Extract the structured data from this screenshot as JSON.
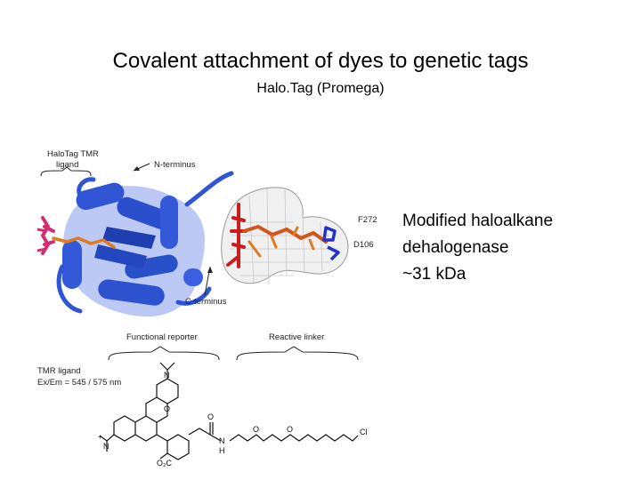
{
  "slide": {
    "title": "Covalent attachment of dyes to genetic tags",
    "subtitle": "Halo.Tag (Promega)",
    "description_lines": [
      "Modified haloalkane",
      "dehalogenase",
      "~31 kDa"
    ]
  },
  "figure": {
    "labels": {
      "halotag_tmr_ligand_line1": "HaloTag TMR",
      "halotag_tmr_ligand_line2": "ligand",
      "n_terminus": "N-terminus",
      "c_terminus": "C-terminus",
      "f272": "F272",
      "d106": "D106",
      "functional_reporter": "Functional reporter",
      "reactive_linker": "Reactive linker",
      "tmr_ligand": "TMR ligand",
      "ex_em": "Ex/Em = 545 / 575 nm"
    },
    "atoms": {
      "n_top": "N",
      "n_left": "N",
      "plus": "+",
      "o_ring": "O",
      "o_carbonyl": "O",
      "nh": "N",
      "h": "H",
      "o_ether1": "O",
      "o_ether2": "O",
      "cl": "Cl",
      "co2": "O₂C"
    },
    "colors": {
      "protein": "#2f55d4",
      "protein_dark": "#1f3fb0",
      "ligand_pink": "#d03070",
      "ligand_red": "#c81e1e",
      "ligand_orange": "#e07a20",
      "surface_mesh": "#9a9a9a"
    }
  }
}
